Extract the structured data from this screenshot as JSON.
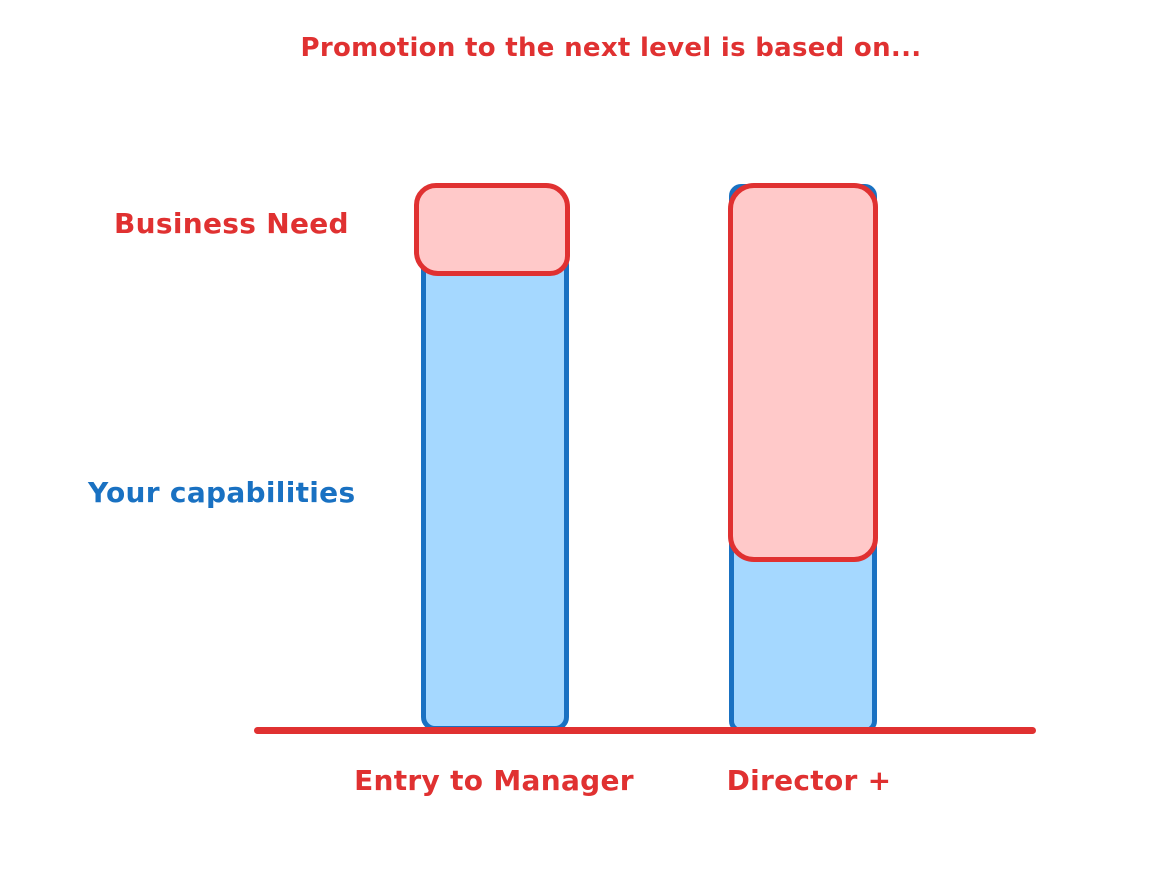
{
  "chart_data": {
    "type": "bar",
    "variant": "stacked-hand-drawn",
    "title": "Promotion to the next level is based on...",
    "categories": [
      "Entry to Manager",
      "Director +"
    ],
    "series": [
      {
        "name": "Your capabilities",
        "fill": "#a5d8ff",
        "stroke": "#1971c2",
        "values": [
          83,
          31
        ]
      },
      {
        "name": "Business Need",
        "fill": "#ffc9c9",
        "stroke": "#e03131",
        "values": [
          17,
          69
        ]
      }
    ],
    "units": "percent of bar height",
    "axis": {
      "baseline_shown": true,
      "baseline_color": "#e03131",
      "gridlines": false,
      "value_ticks_shown": false
    },
    "legend_position": "left-of-chart",
    "palette": {
      "red": "#e03131",
      "blue": "#1971c2",
      "pink_fill": "#ffc9c9",
      "blue_fill": "#a5d8ff",
      "background": "#ffffff"
    }
  }
}
